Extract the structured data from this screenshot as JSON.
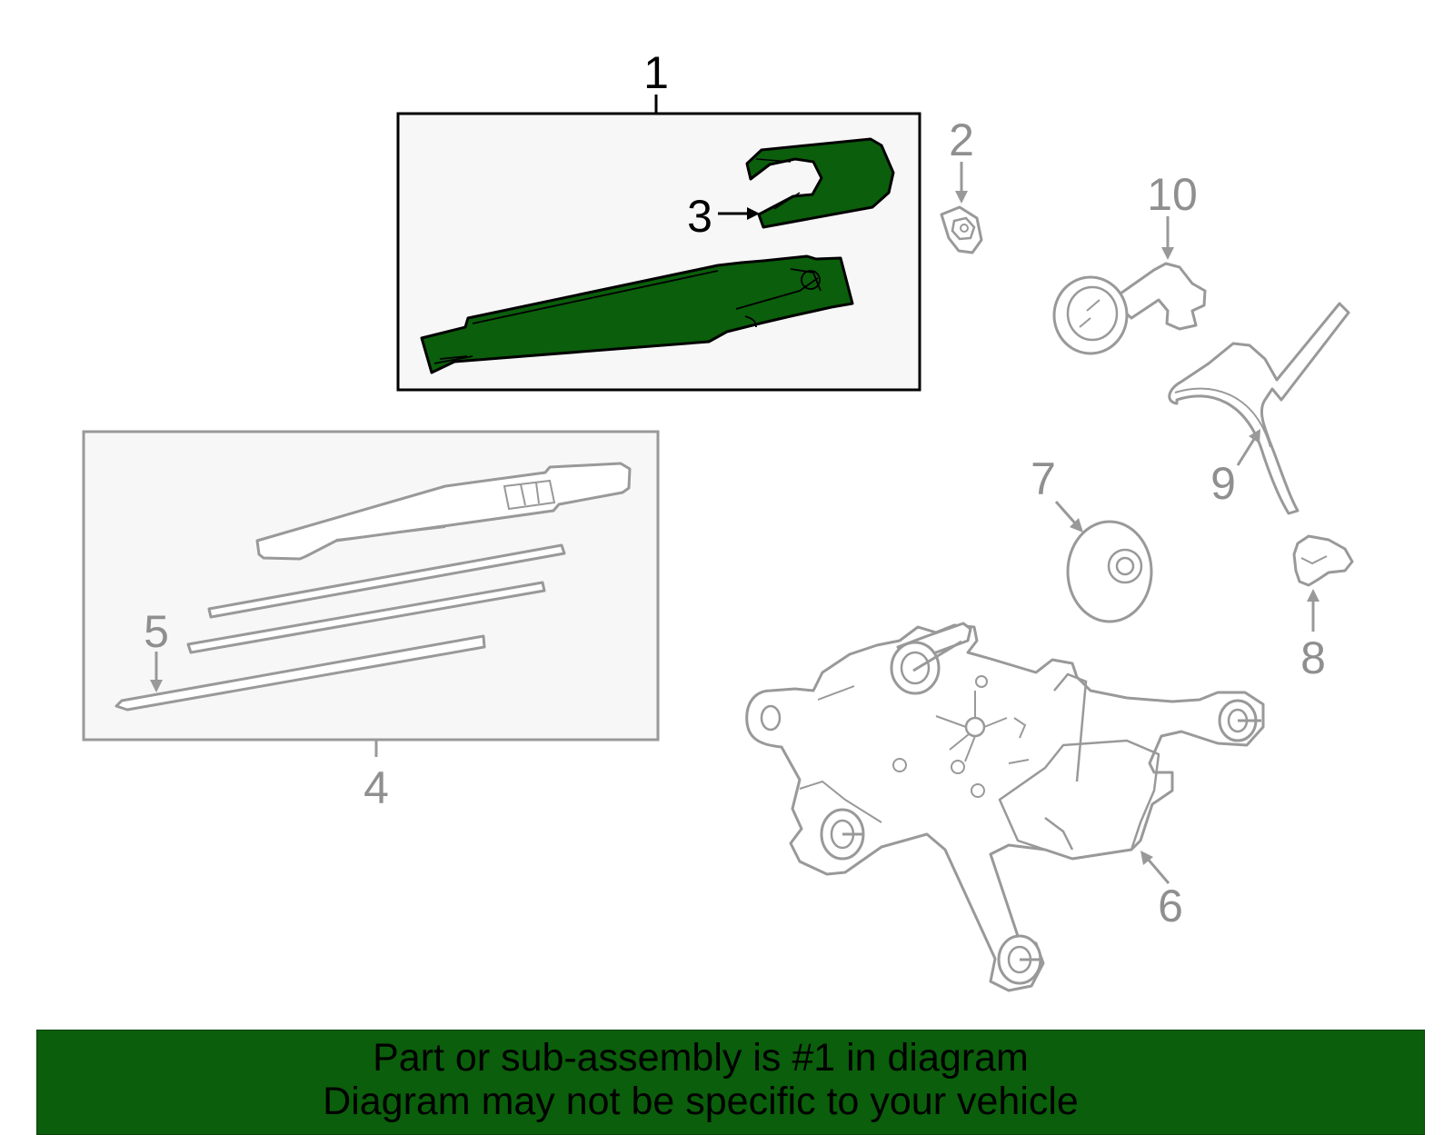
{
  "colors": {
    "highlight": "#0b5e0b",
    "outline_active": "#000000",
    "outline_muted": "#9a9a9a",
    "panel_fill": "#f7f7f7",
    "banner_bg": "#0b5e0b",
    "banner_text": "#000000"
  },
  "callouts": {
    "c1": "1",
    "c2": "2",
    "c3": "3",
    "c4": "4",
    "c5": "5",
    "c6": "6",
    "c7": "7",
    "c8": "8",
    "c9": "9",
    "c10": "10"
  },
  "highlighted_part": "1",
  "banner": {
    "line1": "Part or sub-assembly is #1 in diagram",
    "line2": "Diagram may not be specific to your vehicle"
  }
}
